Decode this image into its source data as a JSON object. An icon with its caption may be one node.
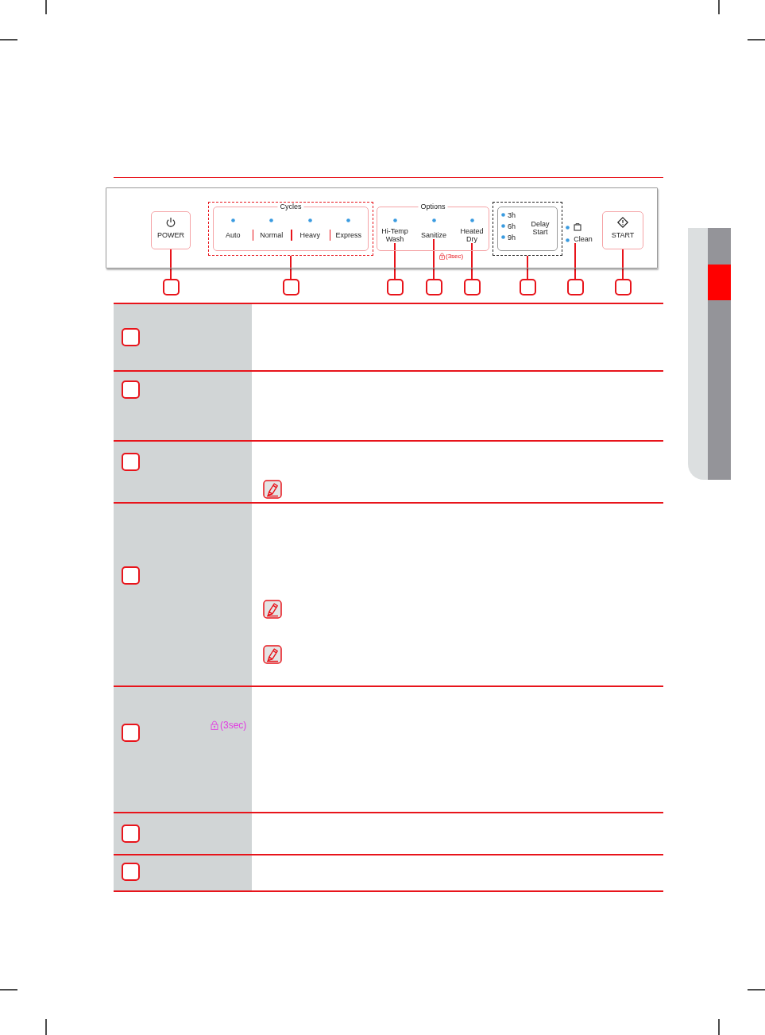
{
  "diagram": {
    "nodes": [
      {
        "text": [],
        "shape": "box"
      },
      {
        "text": [
          "POWER"
        ],
        "in": 0
      },
      {
        "text": [],
        "shape": "box",
        "in": 0
      },
      {
        "text": [
          "Cycles",
          "Auto",
          "Normal",
          "Heavy",
          "Express"
        ],
        "in": 2
      },
      {
        "text": [
          "Options"
        ],
        "in": 0
      },
      {
        "text": [
          "Hi-Temp Wash"
        ],
        "in": 4
      },
      {
        "text": [
          "Sanitize"
        ],
        "in": 4
      },
      {
        "text": [
          "Heated Dry"
        ],
        "in": 4
      },
      {
        "text": [],
        "shape": "box",
        "in": 0
      },
      {
        "text": [
          "3h",
          "6h",
          "9h",
          "Delay Start"
        ],
        "in": 8
      },
      {
        "text": [
          "Clean"
        ],
        "in": 0
      },
      {
        "text": [
          "START"
        ],
        "in": 0
      },
      {
        "text": [],
        "shape": "box"
      },
      {
        "text": [],
        "shape": "box"
      },
      {
        "text": [],
        "shape": "box"
      },
      {
        "text": [],
        "shape": "box"
      },
      {
        "text": [],
        "shape": "box"
      },
      {
        "text": [],
        "shape": "box"
      },
      {
        "text": [],
        "shape": "box"
      },
      {
        "text": [],
        "shape": "box"
      },
      {
        "text": [],
        "shape": "box"
      },
      {
        "text": [],
        "shape": "box"
      },
      {
        "text": [],
        "shape": "box"
      },
      {
        "text": [],
        "shape": "box"
      },
      {
        "text": [],
        "shape": "box"
      },
      {
        "text": [],
        "shape": "box"
      },
      {
        "text": [],
        "shape": "box"
      }
    ],
    "edges": [
      {
        "from": 12,
        "to": 1,
        "arrow": "none"
      },
      {
        "from": 13,
        "to": 2,
        "arrow": "none"
      },
      {
        "from": 14,
        "to": 5,
        "arrow": "none"
      },
      {
        "from": 15,
        "to": 6,
        "arrow": "none"
      },
      {
        "from": 16,
        "to": 7,
        "arrow": "none"
      },
      {
        "from": 17,
        "to": 8,
        "arrow": "none"
      },
      {
        "from": 18,
        "to": 10,
        "arrow": "none"
      },
      {
        "from": 19,
        "to": 11,
        "arrow": "none"
      }
    ],
    "labels": [
      "(3sec)",
      "(3sec)"
    ]
  }
}
